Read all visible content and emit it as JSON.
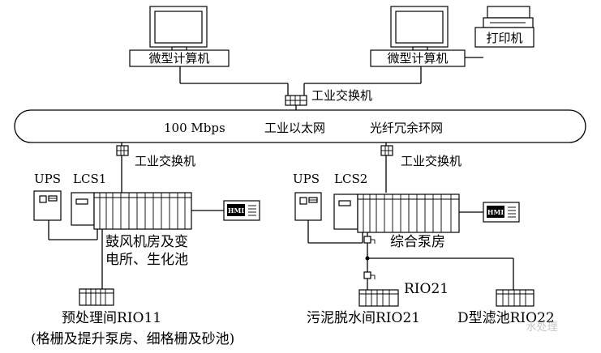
{
  "top": {
    "pc_left": "微型计算机",
    "pc_right": "微型计算机",
    "printer": "打印机",
    "switch": "工业交换机"
  },
  "ring": {
    "speed": "100 Mbps",
    "ethernet": "工业以太网",
    "fiber": "光纤冗余环网"
  },
  "left": {
    "switch": "工业交换机",
    "ups": "UPS",
    "lcs": "LCS1",
    "hmi": "HMI",
    "location_line1": "鼓风机房及变",
    "location_line2": "电所、生化池",
    "rio": "预处理间RIO11",
    "rio_note": "(格栅及提升泵房、细格栅及砂池)"
  },
  "right": {
    "switch": "工业交换机",
    "ups": "UPS",
    "lcs": "LCS2",
    "hmi": "HMI",
    "location": "综合泵房",
    "rio21_tag": "RIO21",
    "rio21": "污泥脱水间RIO21",
    "rio22": "D型滤池RIO22"
  },
  "watermark": "水处理"
}
